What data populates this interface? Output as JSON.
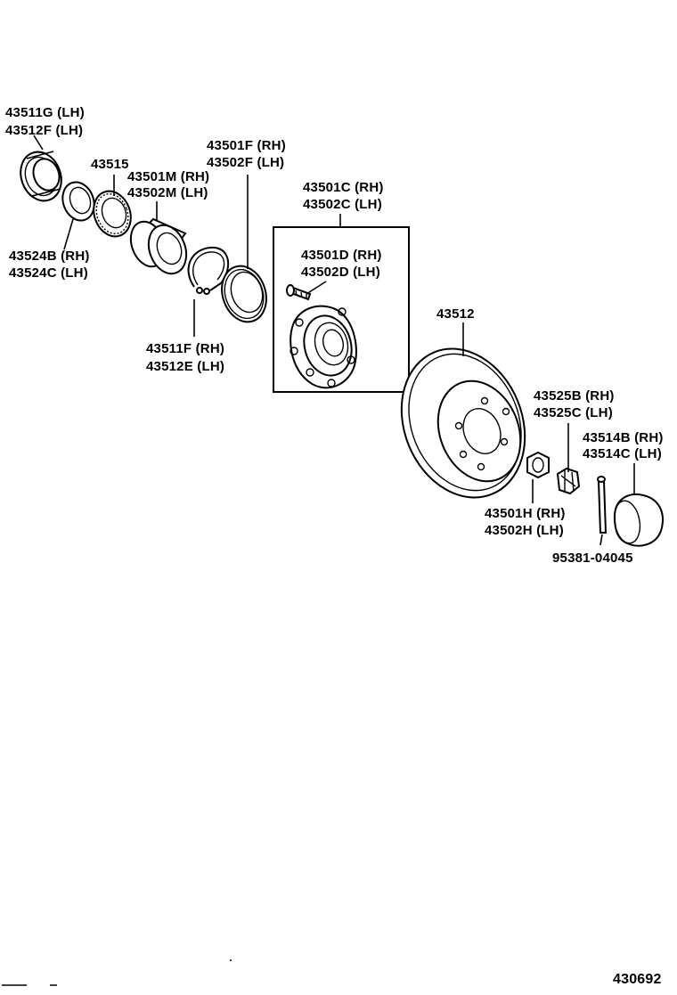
{
  "labels": {
    "l_43511g": "43511G (LH)",
    "l_43512f": "43512F (LH)",
    "l_43515": "43515",
    "l_43501m": "43501M (RH)",
    "l_43502m": "43502M (LH)",
    "l_43501f": "43501F (RH)",
    "l_43502f": "43502F (LH)",
    "l_43501c": "43501C (RH)",
    "l_43502c": "43502C (LH)",
    "l_43501d": "43501D (RH)",
    "l_43502d": "43502D (LH)",
    "l_43524b": "43524B (RH)",
    "l_43524c": "43524C (LH)",
    "l_43511f": "43511F (RH)",
    "l_43512e": "43512E (LH)",
    "l_43512": "43512",
    "l_43525b": "43525B (RH)",
    "l_43525c": "43525C (LH)",
    "l_43514b": "43514B (RH)",
    "l_43514c": "43514C (LH)",
    "l_43501h": "43501H (RH)",
    "l_43502h": "43502H (LH)",
    "l_95381": "95381-04045"
  },
  "figure_number": "430692"
}
